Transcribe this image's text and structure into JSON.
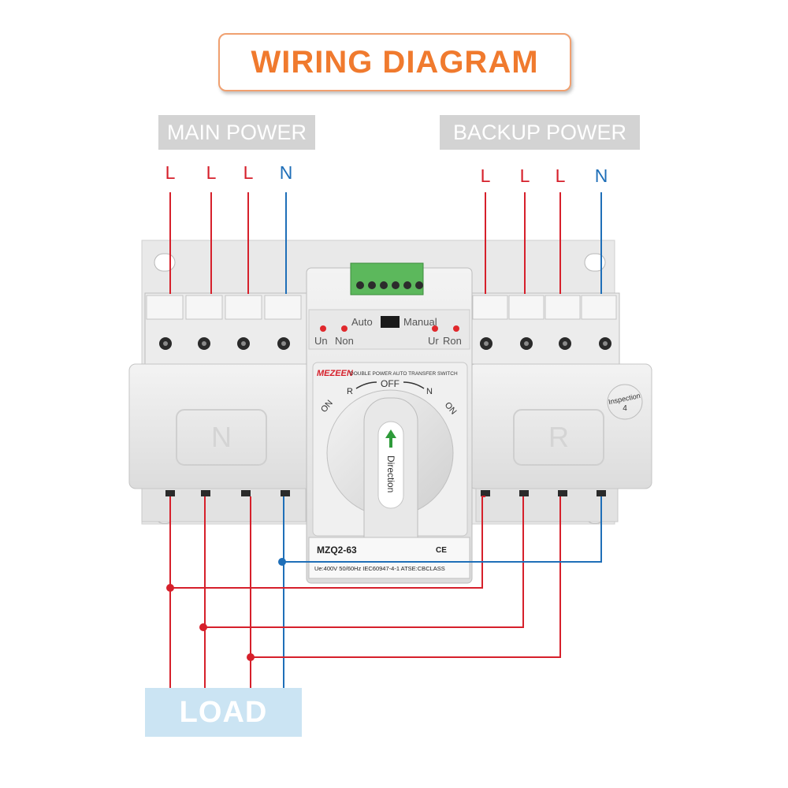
{
  "title": "WIRING DIAGRAM",
  "main_power": {
    "label": "MAIN POWER",
    "terminals": [
      "L",
      "L",
      "L",
      "N"
    ]
  },
  "backup_power": {
    "label": "BACKUP POWER",
    "terminals": [
      "L",
      "L",
      "L",
      "N"
    ]
  },
  "load_label": "LOAD",
  "device": {
    "mode_auto": "Auto",
    "mode_manual": "Manual",
    "led_un": "Un",
    "led_non": "Non",
    "led_ur": "Ur",
    "led_ron": "Ron",
    "brand": "MEZEEN",
    "product_name": "DOUBLE POWER AUTO TRANSFER SWITCH",
    "dial_off": "OFF",
    "dial_r": "R",
    "dial_n": "N",
    "dial_on_left": "ON",
    "dial_on_right": "ON",
    "handle_text": "Direction",
    "model": "MZQ2-63",
    "ce_mark": "CE",
    "spec": "Ue:400V 50/60Hz IEC60947-4-1 ATSE:CBCLASS",
    "left_module_letter": "N",
    "right_module_letter": "R",
    "inspection_label": "Inspection",
    "inspection_number": "4"
  },
  "colors": {
    "live_wire": "#d6202b",
    "neutral_wire": "#1f6fb8",
    "title_orange": "#f07a2e",
    "label_gray": "#d3d3d3",
    "load_blue": "#cbe4f3"
  }
}
